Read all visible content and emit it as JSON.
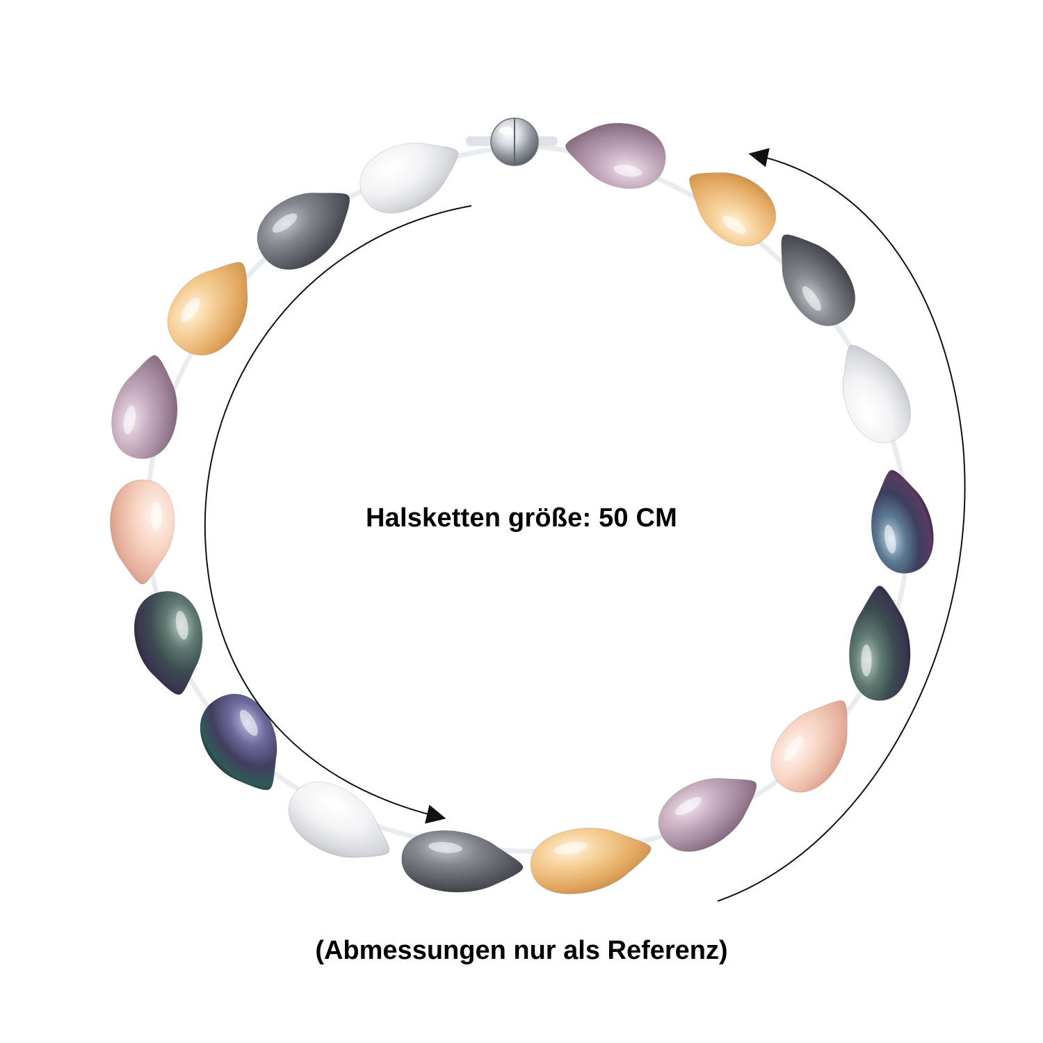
{
  "labels": {
    "size": "Halsketten größe: 50 CM",
    "disclaimer": "(Abmessungen nur als Referenz)"
  },
  "colors": {
    "background": "#ffffff",
    "text": "#000000",
    "arrow": "#111111",
    "thread": "#e9ecef",
    "clasp": "silver"
  },
  "necklace": {
    "clasp": "silver-magnetic-ball-clasp",
    "pearls": [
      {
        "color": "white"
      },
      {
        "color": "gray"
      },
      {
        "color": "gold"
      },
      {
        "color": "mauve"
      },
      {
        "color": "peach"
      },
      {
        "color": "dark-green-iridescent"
      },
      {
        "color": "dark-purple-iridescent"
      },
      {
        "color": "white"
      },
      {
        "color": "gray"
      },
      {
        "color": "gold"
      },
      {
        "color": "mauve"
      },
      {
        "color": "peach"
      },
      {
        "color": "dark-green-iridescent"
      },
      {
        "color": "dark-blue-iridescent"
      },
      {
        "color": "white"
      },
      {
        "color": "gray"
      },
      {
        "color": "gold"
      },
      {
        "color": "mauve"
      }
    ]
  }
}
